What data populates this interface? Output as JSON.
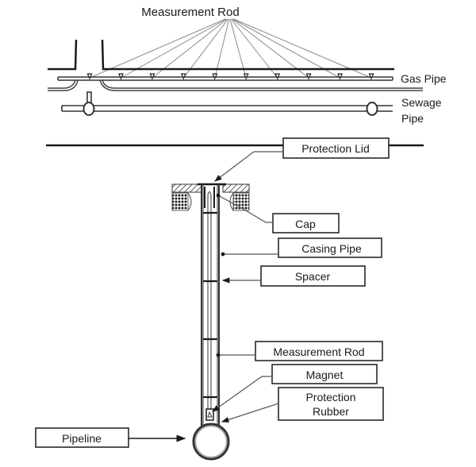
{
  "top_section": {
    "title_label": "Measurement Rod",
    "gas_pipe_label": "Gas Pipe",
    "sewage_pipe_label_line1": "Sewage",
    "sewage_pipe_label_line2": "Pipe",
    "measurement_rod_count": 10
  },
  "callouts": {
    "protection_lid": "Protection Lid",
    "cap": "Cap",
    "casing_pipe": "Casing Pipe",
    "spacer": "Spacer",
    "measurement_rod": "Measurement Rod",
    "magnet": "Magnet",
    "protection_rubber_line1": "Protection",
    "protection_rubber_line2": "Rubber",
    "pipeline": "Pipeline"
  },
  "colors": {
    "ink": "#1a1a1a",
    "leader": "#555555",
    "fan_line": "#8a8a8a",
    "hatch": "#333333"
  }
}
